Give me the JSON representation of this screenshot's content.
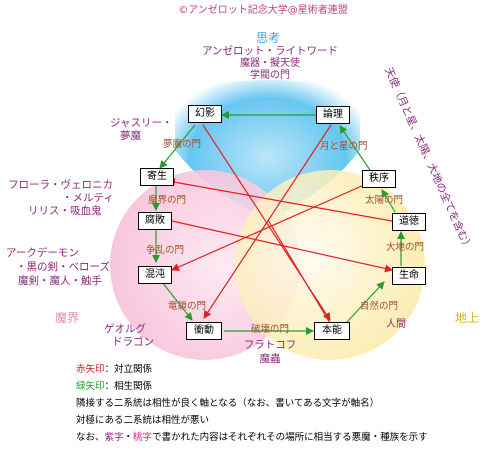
{
  "copyright": "©アンゼロット記念大学@星術者連盟",
  "regions": {
    "top": "思考",
    "left": "魔界",
    "right": "地上",
    "right_vertical": "天使（月と星、太陽、大地の全てを含む）"
  },
  "nodes": {
    "genei": "幻影",
    "ronri": "論理",
    "kisei": "寄生",
    "chitsujo": "秩序",
    "fuhai": "腐敗",
    "dotoku": "道徳",
    "konton": "混沌",
    "seimei": "生命",
    "shodo": "衝動",
    "honno": "本能"
  },
  "gates": {
    "yume": "夢魔の門",
    "tsuki": "月と星の門",
    "makai": "魔界の門",
    "taiyo": "太陽の門",
    "soran": "争乱の門",
    "daichi": "大地の門",
    "ryugon": "竜鎖の門",
    "shizen": "自然の門",
    "hakai": "破壊の門"
  },
  "labels": {
    "top": [
      "アンゼロット・ライトワード",
      "魔器・擬天使",
      "学閥の門"
    ],
    "genei": [
      "ジャスリー・",
      "夢魔"
    ],
    "kisei": [
      "フローラ・ヴェロニカ",
      "・メルティ",
      "リリス・吸血鬼"
    ],
    "konton": [
      "アークデーモン",
      "・黒の剣・ベローズ",
      "魔剣・魔人・触手"
    ],
    "shodo": [
      "ゲオルグ",
      "ドラゴン"
    ],
    "honno": [
      "フラトコフ",
      "魔蟲"
    ],
    "seimei": [
      "人間"
    ]
  },
  "legend": {
    "red_prefix": "赤矢印",
    "red_suffix": "：対立関係",
    "green_prefix": "緑矢印",
    "green_suffix": "：相生関係",
    "line3": "隣接する二系統は相性が良く軸となる（なお、書いてある文字が軸名）",
    "line4": "対極にある二系統は相性が悪い",
    "line5_a": "なお、",
    "line5_purple": "紫字",
    "line5_sep": "・",
    "line5_pink": "桃字",
    "line5_b": "で書かれた内容はそれぞれその場所に相当する悪魔・種族を示す"
  },
  "colors": {
    "blue": "#5ec3f0",
    "pink": "#f7c0d8",
    "yellow": "#fbe9a0",
    "red_arrow": "#e02020",
    "green_arrow": "#2a9a30",
    "purple_text": "#8a2a7a",
    "brown_text": "#a0522d"
  }
}
